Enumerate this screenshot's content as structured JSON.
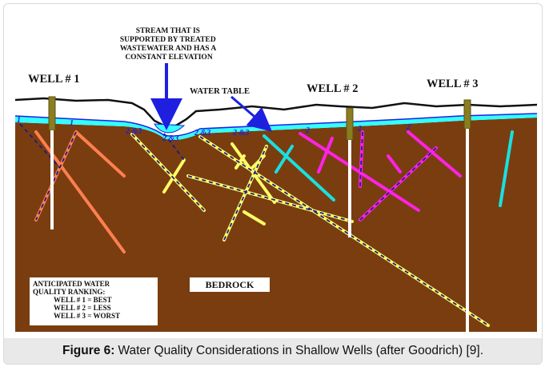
{
  "labels": {
    "stream_note": [
      "STREAM THAT IS",
      "SUPPORTED BY TREATED",
      "WASTEWATER AND HAS A",
      "CONSTANT ELEVATION"
    ],
    "water_table": "WATER TABLE",
    "well1": "WELL # 1",
    "well2": "WELL # 2",
    "well3": "WELL # 3",
    "bedrock": "BEDROCK"
  },
  "ranking": {
    "heading": [
      "ANTICIPATED WATER",
      "QUALITY RANKING:"
    ],
    "lines": [
      "WELL # 1 = BEST",
      "WELL # 2 = LESS",
      "WELL # 3 = WORST"
    ]
  },
  "fracture_numbers": {
    "one": "1",
    "two": "2",
    "two_three": "2 &3"
  },
  "colors": {
    "soil": "#7a3d10",
    "water": "#33ffff",
    "pointer": "#1f1fe0",
    "well_casing": "#8a7d22",
    "fracture_orange": "#ff7f4f",
    "fracture_yellow": "#ffff66",
    "fracture_cyan": "#19e0e0",
    "fracture_magenta": "#ff22e6"
  },
  "caption": {
    "lead": "Figure 6:",
    "text": "Water Quality Considerations in Shallow Wells (after Goodrich) [9]."
  }
}
